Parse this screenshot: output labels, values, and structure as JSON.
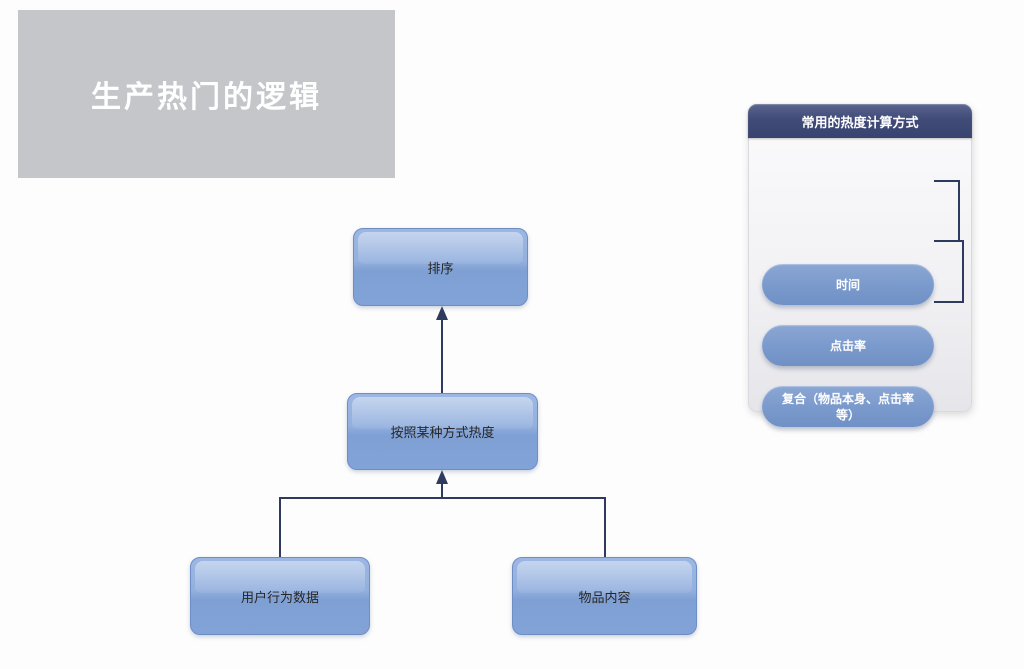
{
  "title_block": {
    "label": "生产热门的逻辑"
  },
  "flowchart": {
    "nodes": {
      "sort": {
        "label": "排序"
      },
      "heat": {
        "label": "按照某种方式热度"
      },
      "user_behavior": {
        "label": "用户行为数据"
      },
      "item_content": {
        "label": "物品内容"
      }
    }
  },
  "panel": {
    "title": "常用的热度计算方式",
    "items": [
      {
        "label": "时间"
      },
      {
        "label": "点击率"
      },
      {
        "label": "复合（物品本身、点击率等）"
      }
    ]
  },
  "colors": {
    "canvas_bg": "#fdfdfd",
    "title_block_bg": "#c4c6ca",
    "node_fill": "#82a3d7",
    "node_border": "#6e8dc5",
    "pill_fill": "#7a99cc",
    "panel_header_bg": "#414b78",
    "panel_body_bg": "#f2f2f5",
    "connector": "#2e3a5e"
  }
}
